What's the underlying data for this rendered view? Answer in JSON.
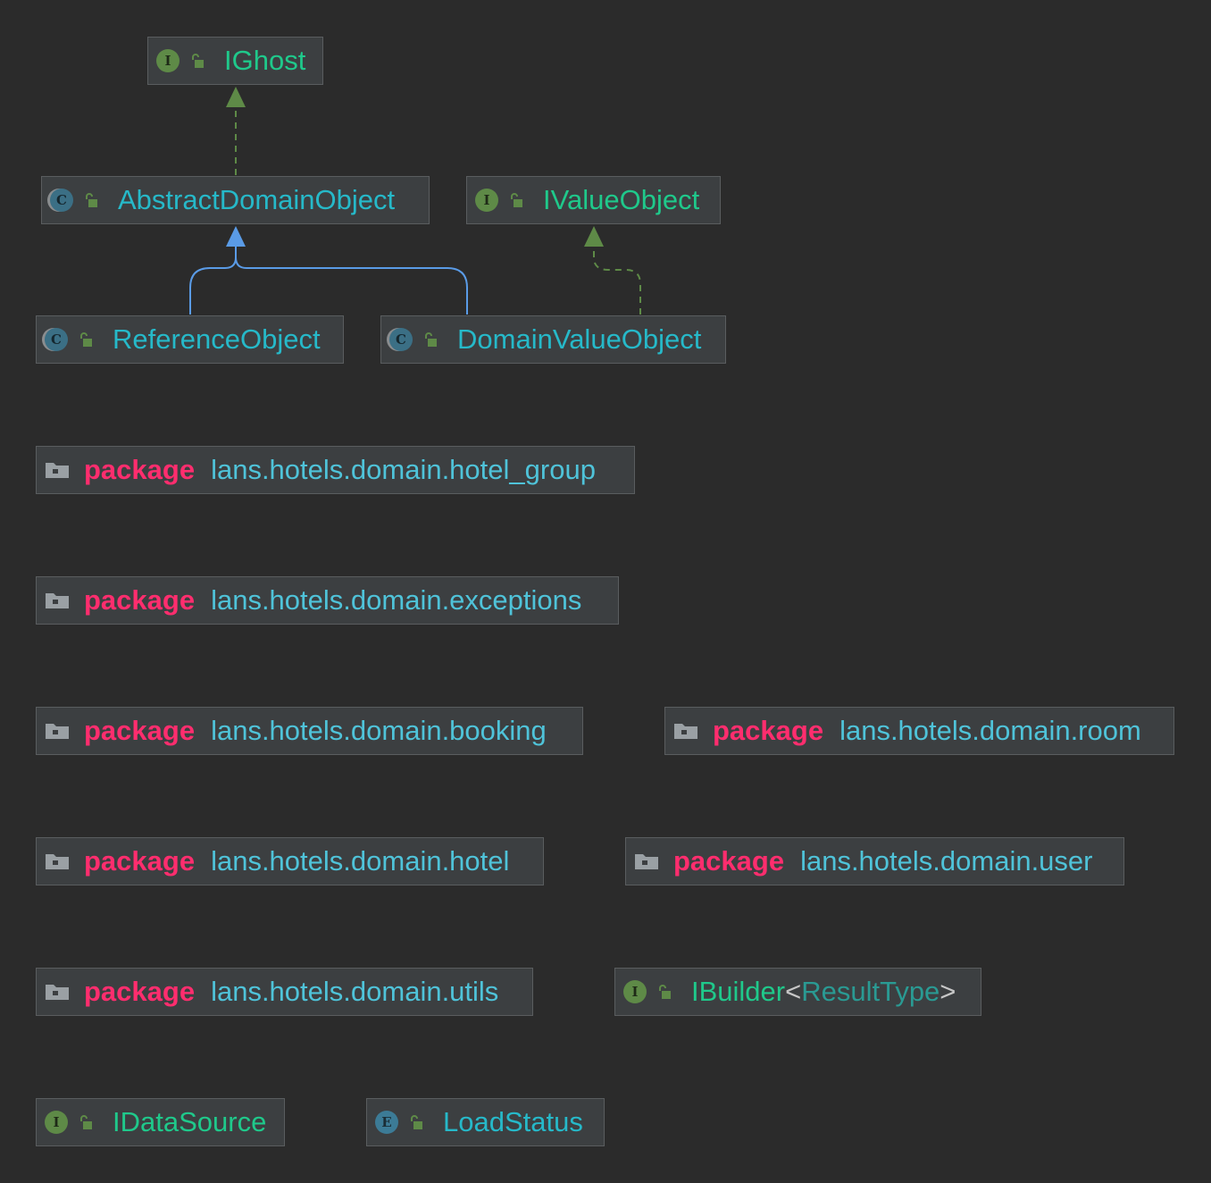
{
  "classes": {
    "ighost": {
      "kind": "I",
      "name": "IGhost"
    },
    "abstract_domain_object": {
      "kind": "C",
      "name": "AbstractDomainObject"
    },
    "ivalue_object": {
      "kind": "I",
      "name": "IValueObject"
    },
    "reference_object": {
      "kind": "C",
      "name": "ReferenceObject"
    },
    "domain_value_object": {
      "kind": "C",
      "name": "DomainValueObject"
    },
    "ibuilder": {
      "kind": "I",
      "name": "IBuilder",
      "lt": "<",
      "type_param": "ResultType",
      "gt": ">"
    },
    "idatasource": {
      "kind": "I",
      "name": "IDataSource"
    },
    "load_status": {
      "kind": "E",
      "name": "LoadStatus"
    }
  },
  "packages": {
    "keyword": "package",
    "hotel_group": "lans.hotels.domain.hotel_group",
    "exceptions": "lans.hotels.domain.exceptions",
    "booking": "lans.hotels.domain.booking",
    "room": "lans.hotels.domain.room",
    "hotel": "lans.hotels.domain.hotel",
    "user": "lans.hotels.domain.user",
    "utils": "lans.hotels.domain.utils"
  },
  "edges": [
    {
      "from": "AbstractDomainObject",
      "to": "IGhost",
      "type": "implements"
    },
    {
      "from": "ReferenceObject",
      "to": "AbstractDomainObject",
      "type": "extends"
    },
    {
      "from": "DomainValueObject",
      "to": "AbstractDomainObject",
      "type": "extends"
    },
    {
      "from": "DomainValueObject",
      "to": "IValueObject",
      "type": "implements"
    }
  ],
  "colors": {
    "background": "#2b2b2b",
    "node_fill": "#3c3f41",
    "node_border": "#5a5d5f",
    "interface_name": "#1fc98b",
    "class_name": "#26b9c9",
    "package_keyword": "#ff2d6e",
    "package_name": "#4fc3d9",
    "implements_edge": "#5e8a47",
    "extends_edge": "#5a9be6"
  }
}
